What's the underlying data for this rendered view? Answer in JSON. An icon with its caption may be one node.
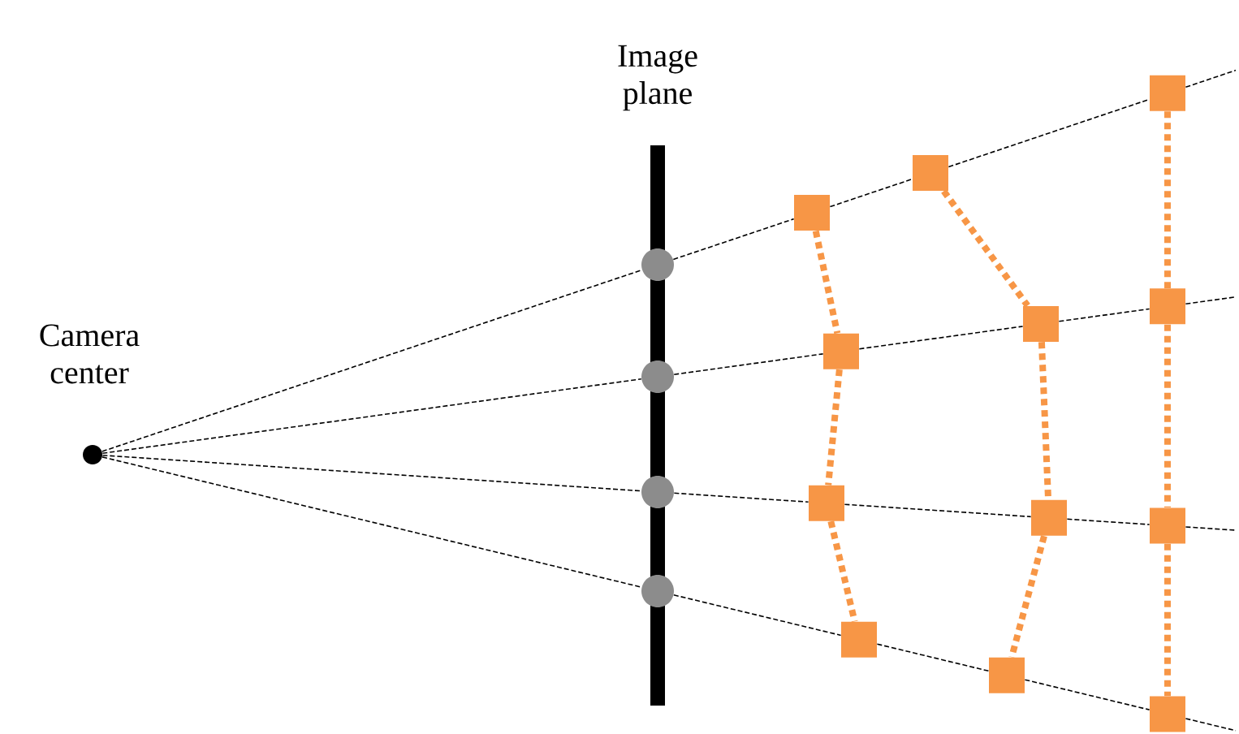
{
  "diagram": {
    "nodes": [
      {
        "text": [],
        "shape": "circle",
        "beside": [
          "Camera center"
        ]
      },
      {
        "text": [
          "Image plane"
        ]
      },
      {
        "text": [],
        "shape": "circle"
      },
      {
        "text": [],
        "shape": "circle"
      },
      {
        "text": [],
        "shape": "circle"
      },
      {
        "text": [],
        "shape": "circle"
      },
      {
        "text": [],
        "shape": "box"
      },
      {
        "text": [],
        "shape": "box"
      },
      {
        "text": [],
        "shape": "box"
      },
      {
        "text": [],
        "shape": "box"
      },
      {
        "text": [],
        "shape": "box"
      },
      {
        "text": [],
        "shape": "box"
      },
      {
        "text": [],
        "shape": "box"
      },
      {
        "text": [],
        "shape": "box"
      },
      {
        "text": [],
        "shape": "box"
      },
      {
        "text": [],
        "shape": "box"
      },
      {
        "text": [],
        "shape": "box"
      },
      {
        "text": [],
        "shape": "box"
      }
    ],
    "edges": [
      {
        "from": 0,
        "to": 2,
        "arrow": "none",
        "style": "dashed"
      },
      {
        "from": 2,
        "to": 6,
        "arrow": "none",
        "style": "dashed"
      },
      {
        "from": 6,
        "to": 10,
        "arrow": "none",
        "style": "dashed"
      },
      {
        "from": 10,
        "to": 14,
        "arrow": "none",
        "style": "dashed"
      },
      {
        "from": 14,
        "to": null,
        "arrow": "none",
        "style": "dashed"
      },
      {
        "from": 0,
        "to": 3,
        "arrow": "none",
        "style": "dashed"
      },
      {
        "from": 3,
        "to": 7,
        "arrow": "none",
        "style": "dashed"
      },
      {
        "from": 7,
        "to": 11,
        "arrow": "none",
        "style": "dashed"
      },
      {
        "from": 11,
        "to": 15,
        "arrow": "none",
        "style": "dashed"
      },
      {
        "from": 15,
        "to": null,
        "arrow": "none",
        "style": "dashed"
      },
      {
        "from": 0,
        "to": 4,
        "arrow": "none",
        "style": "dashed"
      },
      {
        "from": 4,
        "to": 8,
        "arrow": "none",
        "style": "dashed"
      },
      {
        "from": 8,
        "to": 12,
        "arrow": "none",
        "style": "dashed"
      },
      {
        "from": 12,
        "to": 16,
        "arrow": "none",
        "style": "dashed"
      },
      {
        "from": 16,
        "to": null,
        "arrow": "none",
        "style": "dashed"
      },
      {
        "from": 0,
        "to": 5,
        "arrow": "none",
        "style": "dashed"
      },
      {
        "from": 5,
        "to": 9,
        "arrow": "none",
        "style": "dashed"
      },
      {
        "from": 9,
        "to": 13,
        "arrow": "none",
        "style": "dashed"
      },
      {
        "from": 13,
        "to": 17,
        "arrow": "none",
        "style": "dashed"
      },
      {
        "from": 17,
        "to": null,
        "arrow": "none",
        "style": "dashed"
      },
      {
        "from": 6,
        "to": 7,
        "arrow": "none",
        "style": "dashed",
        "color": "#f79646"
      },
      {
        "from": 7,
        "to": 8,
        "arrow": "none",
        "style": "dashed",
        "color": "#f79646"
      },
      {
        "from": 8,
        "to": 9,
        "arrow": "none",
        "style": "dashed",
        "color": "#f79646"
      },
      {
        "from": 10,
        "to": 11,
        "arrow": "none",
        "style": "dashed",
        "color": "#f79646"
      },
      {
        "from": 11,
        "to": 12,
        "arrow": "none",
        "style": "dashed",
        "color": "#f79646"
      },
      {
        "from": 12,
        "to": 13,
        "arrow": "none",
        "style": "dashed",
        "color": "#f79646"
      },
      {
        "from": 14,
        "to": 15,
        "arrow": "none",
        "style": "dashed",
        "color": "#f79646"
      },
      {
        "from": 15,
        "to": 16,
        "arrow": "none",
        "style": "dashed",
        "color": "#f79646"
      },
      {
        "from": 16,
        "to": 17,
        "arrow": "none",
        "style": "dashed",
        "color": "#f79646"
      }
    ]
  }
}
